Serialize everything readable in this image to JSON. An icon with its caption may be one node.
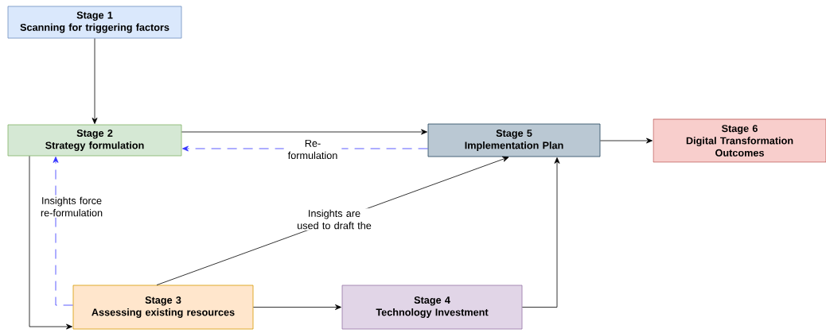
{
  "diagram": {
    "nodes": [
      {
        "text": [
          "Stage 1",
          "Scanning for triggering factors"
        ]
      },
      {
        "text": [
          "Stage 2",
          "Strategy formulation"
        ]
      },
      {
        "text": [
          "Stage 3",
          "Assessing existing resources"
        ]
      },
      {
        "text": [
          "Stage 4",
          "Technology Investment"
        ]
      },
      {
        "text": [
          "Stage 5",
          "Implementation Plan"
        ]
      },
      {
        "text": [
          "Stage 6",
          "Digital Transformation Outcomes"
        ]
      }
    ],
    "edges": [
      {
        "from": 0,
        "to": 1,
        "arrow": "to"
      },
      {
        "from": 1,
        "to": 4,
        "arrow": "to"
      },
      {
        "from": 4,
        "to": 1,
        "arrow": "to",
        "label": "Re- formulation",
        "style": "dashed",
        "color": "#3333ff"
      },
      {
        "from": 4,
        "to": 5,
        "arrow": "to"
      },
      {
        "from": 1,
        "to": 2,
        "arrow": "to"
      },
      {
        "from": 2,
        "to": 1,
        "arrow": "to",
        "label": "Insights force re-formulation",
        "style": "dashed",
        "color": "#3333ff"
      },
      {
        "from": 2,
        "to": 4,
        "arrow": "to",
        "label": "Insights are used to draft the"
      },
      {
        "from": 2,
        "to": 3,
        "arrow": "to"
      },
      {
        "from": 3,
        "to": 4,
        "arrow": "to"
      }
    ]
  }
}
